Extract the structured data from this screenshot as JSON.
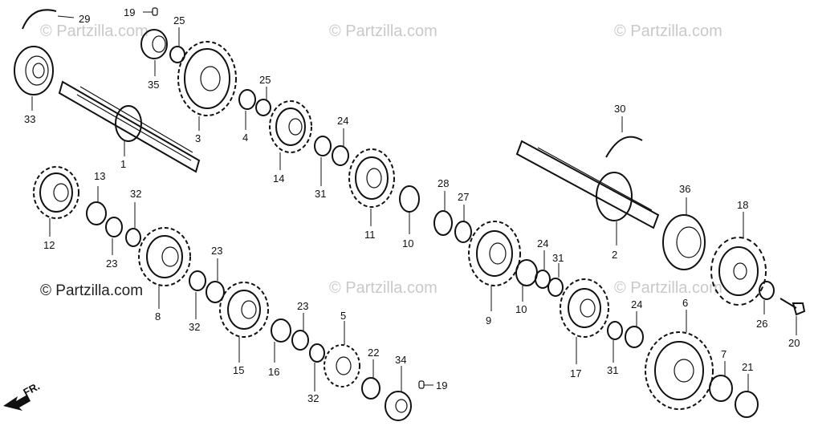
{
  "watermarks": [
    "© Partzilla.com",
    "© Partzilla.com",
    "© Partzilla.com",
    "© Partzilla.com",
    "© Partzilla.com",
    "© Partzilla.com"
  ],
  "direction_label": "FR.",
  "callouts": [
    "29",
    "19",
    "25",
    "35",
    "33",
    "3",
    "25",
    "4",
    "1",
    "14",
    "24",
    "31",
    "11",
    "12",
    "13",
    "32",
    "23",
    "8",
    "23",
    "32",
    "15",
    "16",
    "23",
    "32",
    "5",
    "22",
    "34",
    "19",
    "10",
    "28",
    "27",
    "30",
    "2",
    "36",
    "18",
    "9",
    "24",
    "31",
    "10",
    "17",
    "24",
    "31",
    "6",
    "7",
    "21",
    "26",
    "20"
  ]
}
